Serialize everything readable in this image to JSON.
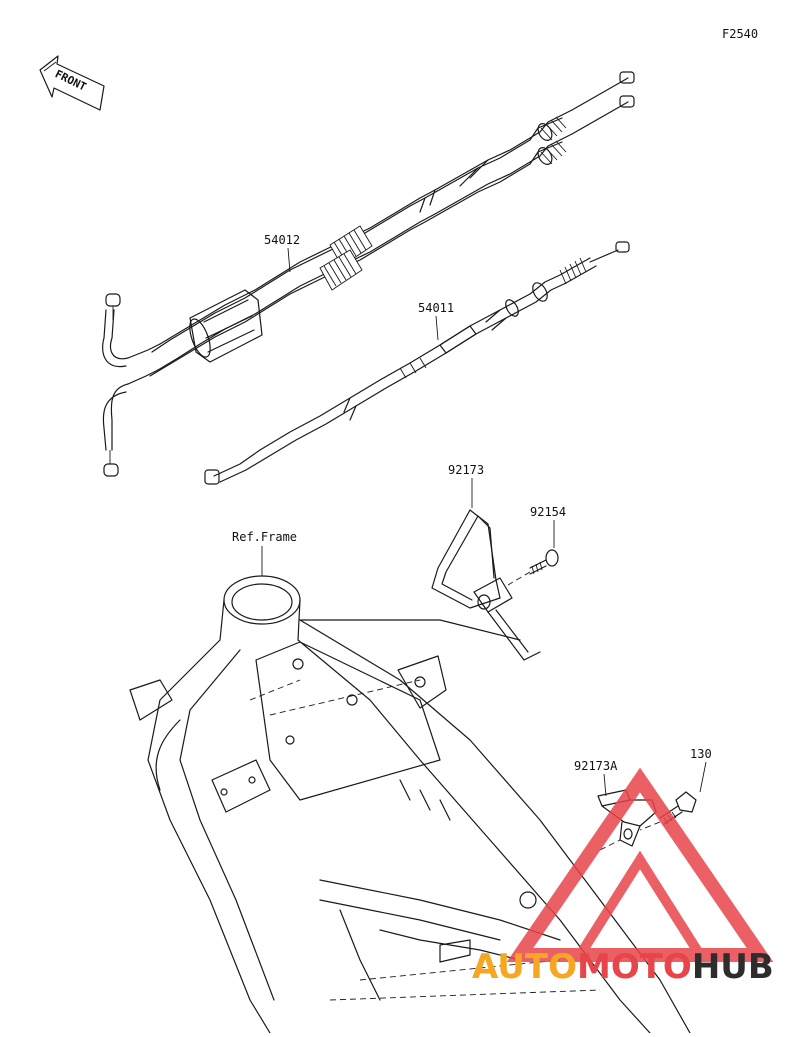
{
  "figure_code": "F2540",
  "front_arrow_label": "FRONT",
  "parts": {
    "throttle_cable": "54012",
    "clutch_cable": "54011",
    "cable_guide": "92173",
    "bolt_flanged": "92154",
    "cable_clamp": "92173A",
    "bolt": "130",
    "frame_ref": "Ref.Frame"
  },
  "watermark": {
    "prefix": "AUTO",
    "middle": "MOTO",
    "suffix": "HUB",
    "color_orange": "#f5a623",
    "color_red": "#e8454a",
    "color_dark": "#2d2d2d"
  }
}
